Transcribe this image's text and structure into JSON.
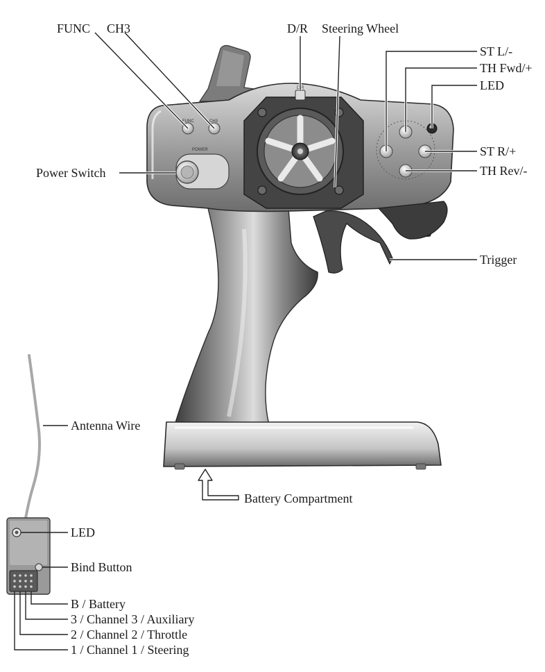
{
  "labels": {
    "func": "FUNC",
    "ch3": "CH3",
    "dr": "D/R",
    "steering_wheel": "Steering Wheel",
    "st_left": "ST L/-",
    "th_fwd": "TH Fwd/+",
    "led_transmitter": "LED",
    "st_right": "ST R/+",
    "th_rev": "TH Rev/-",
    "power_switch": "Power Switch",
    "trigger": "Trigger",
    "antenna_wire": "Antenna Wire",
    "battery_compartment": "Battery Compartment",
    "led_receiver": "LED",
    "bind_button": "Bind Button",
    "port_battery": "B / Battery",
    "port_channel3": "3 / Channel 3 / Auxiliary",
    "port_channel2": "2 / Channel 2 / Throttle",
    "port_channel1": "1 / Channel 1 / Steering"
  },
  "panel_text": {
    "func_button": "FUNC",
    "ch3_button": "CH3",
    "power": "POWER",
    "dr": "D/R"
  },
  "colors": {
    "body_dark": "#3a3a3a",
    "body_mid": "#6e6e6e",
    "body_light": "#bdbdbd",
    "highlight": "#e6e6e6",
    "receiver": "#8a8a8a",
    "antenna": "#b5b5b5",
    "text": "#1a1a1a"
  }
}
